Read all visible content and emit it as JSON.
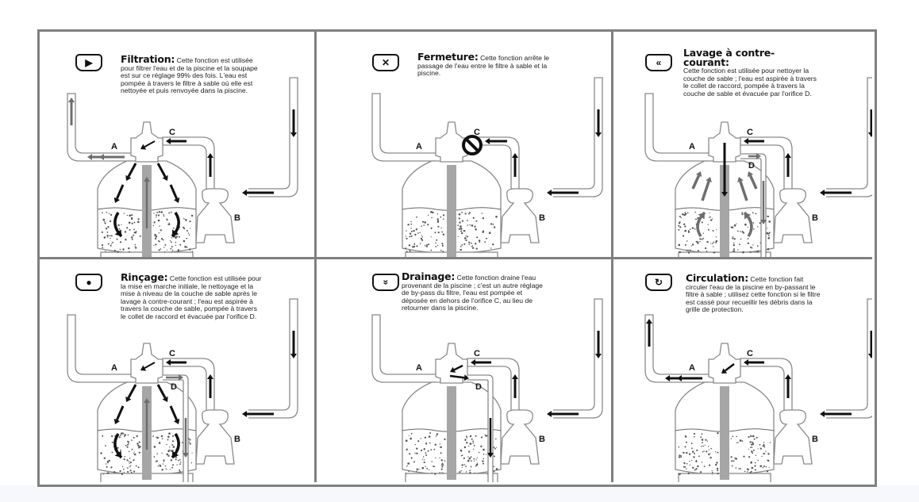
{
  "panels": [
    {
      "id": "filtration",
      "icon": "play-icon",
      "icon_glyph": "▶",
      "title": "Filtration:",
      "text": "Cette fonction est utilisée pour filtrer l'eau et de la piscine et la soupape est sur ce réglage 99% des fois. L'eau est pompée à travers le filtre à sable où elle est nettoyée et puis renvoyée dans la piscine.",
      "labels": {
        "A": "A",
        "B": "B",
        "C": "C"
      },
      "mode": "filtration"
    },
    {
      "id": "fermeture",
      "icon": "close-icon",
      "icon_glyph": "✕",
      "title": "Fermeture:",
      "text": "Cette fonction arrête le passage de l'eau entre le filtre à sable et la piscine.",
      "labels": {
        "A": "A",
        "B": "B",
        "C": "C"
      },
      "mode": "fermeture"
    },
    {
      "id": "lavage",
      "icon": "rewind-icon",
      "icon_glyph": "«",
      "title": "Lavage à contre-courant:",
      "text": "Cette fonction est utilisée pour nettoyer la couche de sable ; l'eau est aspirée à travers le collet de raccord, pompée à travers la couche de sable et évacuée par l'orifice D.",
      "labels": {
        "A": "A",
        "B": "B",
        "C": "C",
        "D": "D"
      },
      "mode": "lavage"
    },
    {
      "id": "rincage",
      "icon": "water-drop-icon",
      "icon_glyph": "●",
      "title": "Rinçage:",
      "text": "Cette fonction est utilisée pour la mise en marche initiale, le nettoyage et la mise à niveau de la couche de sable après le lavage à contre-courant ; l'eau est aspirée à travers la couche de sable, pompée à travers le collet de raccord et évacuée par l'orifice D.",
      "labels": {
        "A": "A",
        "B": "B",
        "C": "C",
        "D": "D"
      },
      "mode": "rincage"
    },
    {
      "id": "drainage",
      "icon": "double-chevron-down-icon",
      "icon_glyph": "»",
      "title": "Drainage:",
      "text": "Cette fonction draine l'eau provenant de la piscine ; c'est un autre réglage de by-pass du filtre, l'eau est pompée et déposée en dehors de l'orifice C, au lieu de retourner dans la piscine.",
      "labels": {
        "A": "A",
        "B": "B",
        "C": "C",
        "D": "D"
      },
      "mode": "drainage"
    },
    {
      "id": "circulation",
      "icon": "recirculate-icon",
      "icon_glyph": "↻",
      "title": "Circulation:",
      "text": "Cette fonction fait circuler l'eau de la piscine en by-passant le filtre à sable ; utilisez cette fonction si le filtre est cassé pour recueillir les débris dans la grille de protection.",
      "labels": {
        "A": "A",
        "B": "B",
        "C": "C"
      },
      "mode": "circulation"
    }
  ],
  "colors": {
    "frame": "#808080",
    "arrow_dark": "#111111",
    "arrow_grey": "#6e6e6e",
    "standpipe": "#a6a6a6",
    "pipe_stroke": "#8a8a8a",
    "waste": "#7a7a7a"
  }
}
